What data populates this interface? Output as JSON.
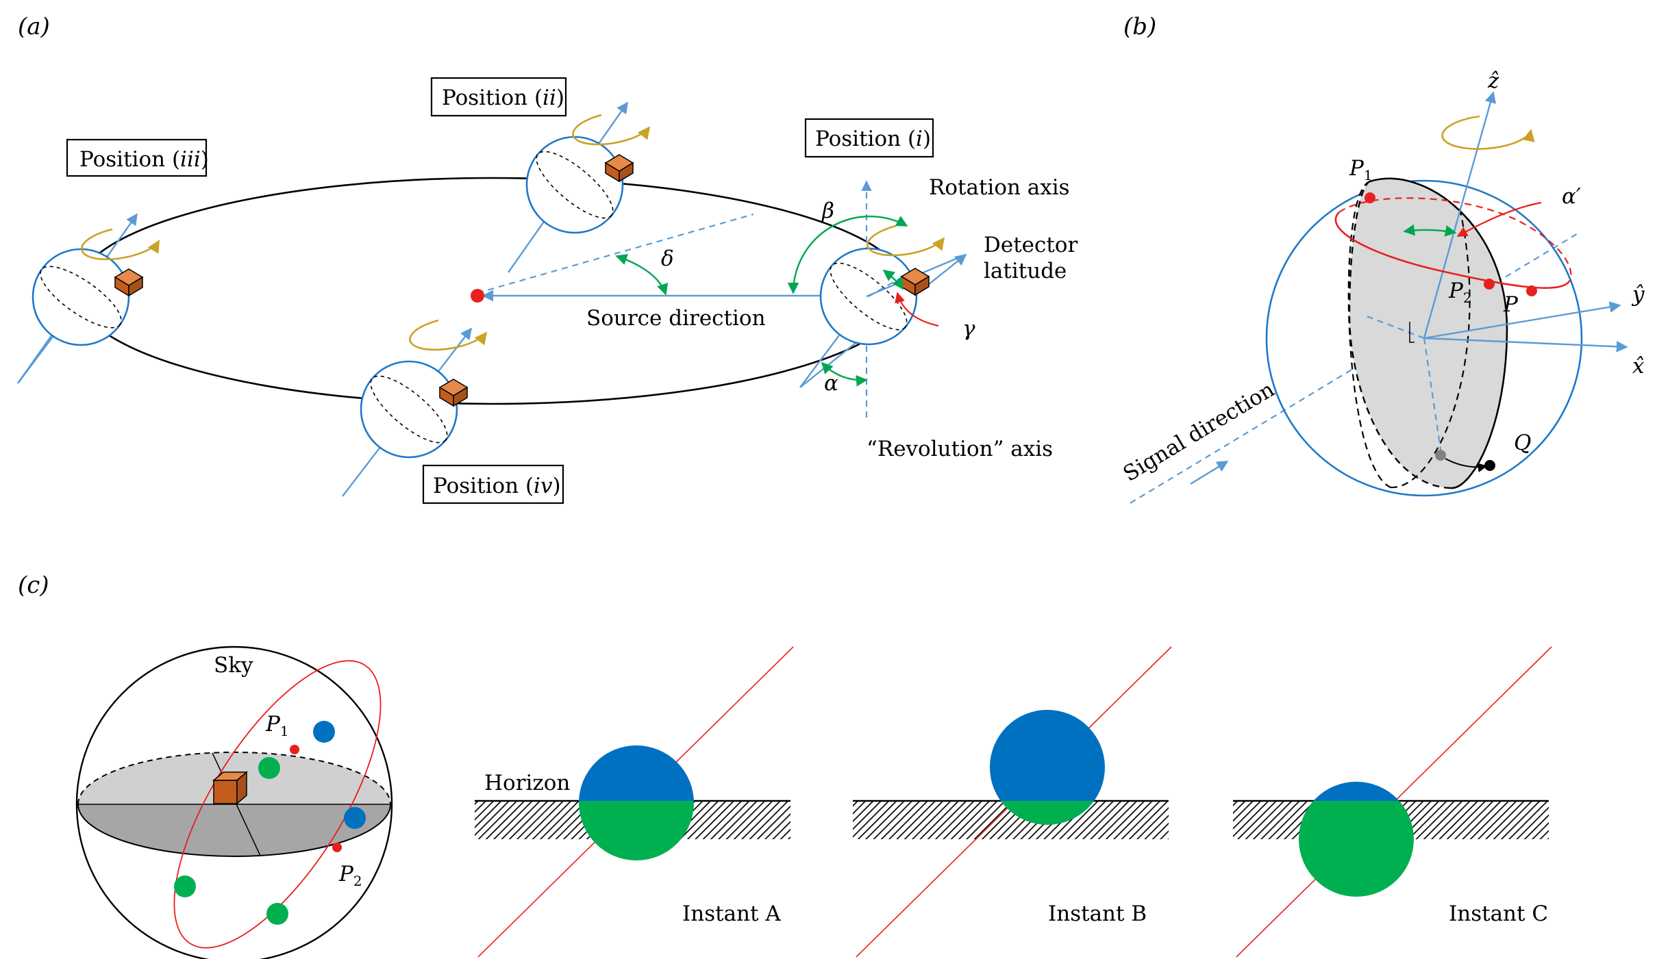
{
  "panels": {
    "a": "(a)",
    "b": "(b)",
    "c": "(c)"
  },
  "panel_a": {
    "positions": {
      "i": {
        "prefix": "Position (",
        "num": "i",
        "suffix": ")"
      },
      "ii": {
        "prefix": "Position (",
        "num": "ii",
        "suffix": ")"
      },
      "iii": {
        "prefix": "Position (",
        "num": "iii",
        "suffix": ")"
      },
      "iv": {
        "prefix": "Position (",
        "num": "iv",
        "suffix": ")"
      }
    },
    "rotation_axis": "Rotation axis",
    "detector_latitude_1": "Detector",
    "detector_latitude_2": "latitude",
    "source_direction": "Source direction",
    "revolution_axis": "“Revolution” axis",
    "symbols": {
      "alpha": "α",
      "beta": "β",
      "gamma": "γ",
      "delta": "δ"
    }
  },
  "panel_b": {
    "z_axis": "ẑ",
    "y_axis": "ŷ",
    "x_axis": "x̂",
    "p1": "P",
    "p1_sub": "1",
    "p2": "P",
    "p2_sub": "2",
    "p": "P",
    "q": "Q",
    "alpha_prime": "α′",
    "signal_direction": "Signal direction"
  },
  "panel_c": {
    "sky": "Sky",
    "p1": "P",
    "p1_sub": "1",
    "p2": "P",
    "p2_sub": "2",
    "horizon": "Horizon",
    "instants": [
      "Instant A",
      "Instant B",
      "Instant C"
    ]
  },
  "colors": {
    "sphere_outline": "#1f78c8",
    "axis_blue": "#5b9bd5",
    "rotation_arrow": "#c9a227",
    "angle_arc": "#00a651",
    "source_red": "#e8201f",
    "detector_box": "#d2691e",
    "upper_source": "#0070c0",
    "lower_source": "#00b050",
    "disk_grey": "#d9d9d9"
  }
}
